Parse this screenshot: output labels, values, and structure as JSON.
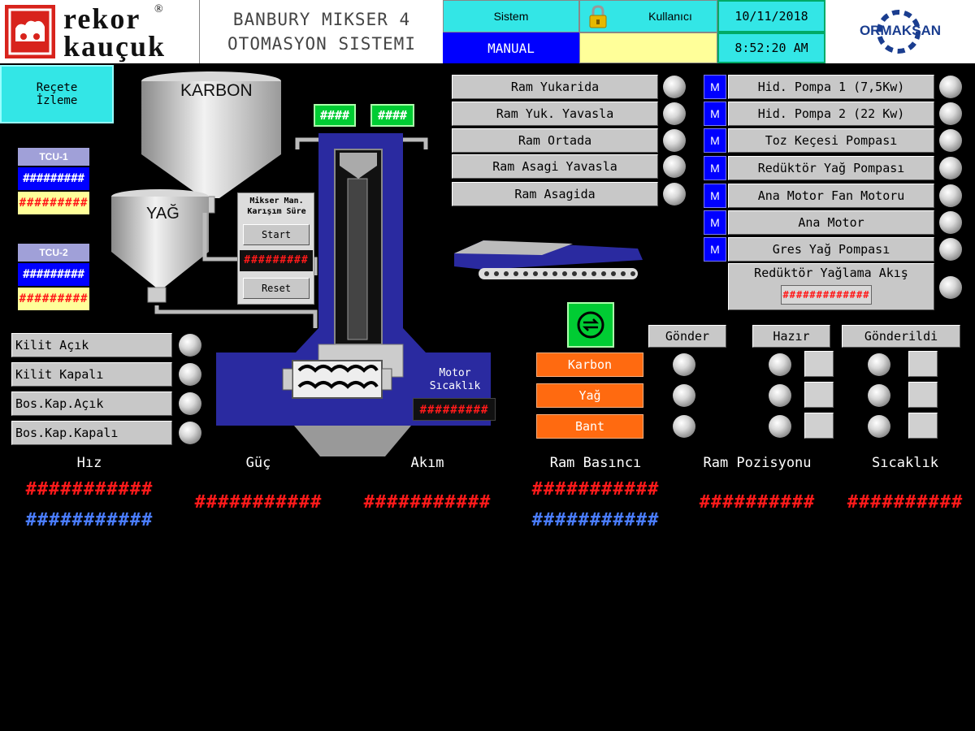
{
  "header": {
    "brand_line1": "rekor",
    "brand_line2": "kauçuk",
    "brand_reg": "®",
    "title_line1": "BANBURY MIKSER 4",
    "title_line2": "OTOMASYON SISTEMI",
    "sistem_label": "Sistem",
    "kullanici_label": "Kullanıcı",
    "mode": "MANUAL",
    "date": "10/11/2018",
    "time": "8:52:20 AM",
    "partner_logo": "ORMAKSAN"
  },
  "recipe_button": {
    "line1": "Reçete",
    "line2": "İzleme"
  },
  "tcu": [
    {
      "label": "TCU-1",
      "value1": "#########",
      "value2": "#########"
    },
    {
      "label": "TCU-2",
      "value1": "#########",
      "value2": "#########"
    }
  ],
  "silos": {
    "karbon": "KARBON",
    "yag": "YAĞ"
  },
  "mixer_panel": {
    "title_line1": "Mikser Man.",
    "title_line2": "Karışım Süre",
    "start": "Start",
    "value": "#########",
    "reset": "Reset"
  },
  "top_displays": [
    "####",
    "####"
  ],
  "motor_temp": {
    "line1": "Motor",
    "line2": "Sıcaklık",
    "value": "#########"
  },
  "lock_buttons": [
    "Kilit Açık",
    "Kilit Kapalı",
    "Bos.Kap.Açık",
    "Bos.Kap.Kapalı"
  ],
  "ram_buttons": [
    "Ram Yukarida",
    "Ram Yuk. Yavasla",
    "Ram Ortada",
    "Ram Asagi Yavasla",
    "Ram Asagida"
  ],
  "motor_items": [
    {
      "m": "M",
      "label": "Hid. Pompa 1 (7,5Kw)"
    },
    {
      "m": "M",
      "label": "Hid. Pompa 2 (22 Kw)"
    },
    {
      "m": "M",
      "label": "Toz Keçesi Pompası"
    },
    {
      "m": "M",
      "label": "Redüktör Yağ Pompası"
    },
    {
      "m": "M",
      "label": "Ana Motor Fan Motoru"
    },
    {
      "m": "M",
      "label": "Ana Motor"
    },
    {
      "m": "M",
      "label": "Gres Yağ Pompası"
    }
  ],
  "gear_flow": {
    "label": "Redüktör Yağlama Akış",
    "value": "#############"
  },
  "feed": {
    "items": [
      "Karbon",
      "Yağ",
      "Bant"
    ],
    "gonder": "Gönder",
    "hazir": "Hazır",
    "gonderildi": "Gönderildi"
  },
  "bottom": {
    "labels": [
      "Hız",
      "Güç",
      "Akım",
      "Ram Basıncı",
      "Ram Pozisyonu",
      "Sıcaklık"
    ],
    "hiz_red": "###########",
    "hiz_blue": "###########",
    "guc_red": "###########",
    "akim_red": "###########",
    "ram_bas_red": "###########",
    "ram_bas_blue": "###########",
    "ram_poz_red": "##########",
    "sicaklik_red": "##########"
  },
  "colors": {
    "cyan": "#33e6e6",
    "blue": "#0000ff",
    "yellow": "#ffff99",
    "orange": "#ff6a10",
    "green": "#00cc33",
    "mixer_blue": "#2a2aa0",
    "brand_red": "#d8231c"
  }
}
